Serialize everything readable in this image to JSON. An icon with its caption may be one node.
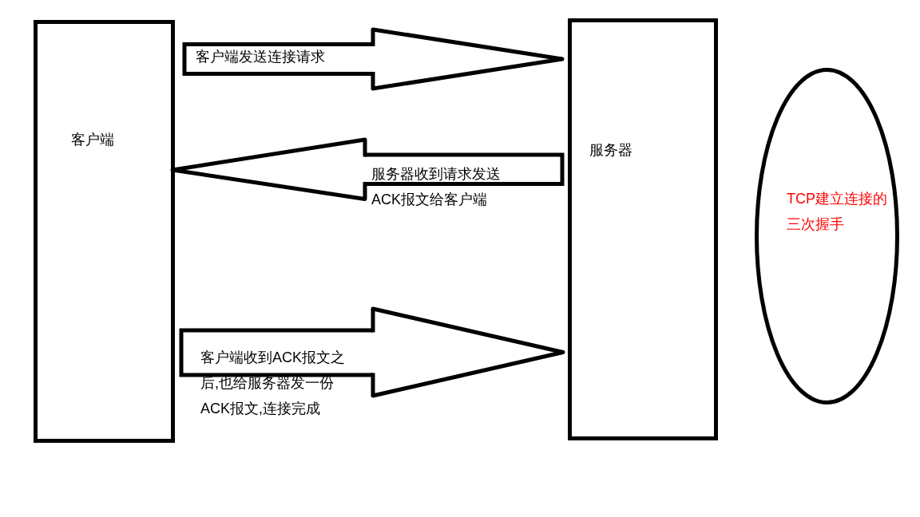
{
  "diagram": {
    "nodes": [
      {
        "text": [
          "客户端"
        ]
      },
      {
        "text": [
          "服务器"
        ]
      },
      {
        "text": [
          "TCP建立连接的三次握手"
        ]
      }
    ],
    "edges": [
      {
        "from": 0,
        "to": 1,
        "arrow": "to",
        "label": "客户端发送连接请求"
      },
      {
        "from": 1,
        "to": 0,
        "arrow": "to",
        "label": "服务器收到请求发送ACK报文给客户端"
      },
      {
        "from": 0,
        "to": 1,
        "arrow": "to",
        "label": "客户端收到ACK报文之后,也给服务器发一份ACK报文,连接完成"
      }
    ]
  }
}
